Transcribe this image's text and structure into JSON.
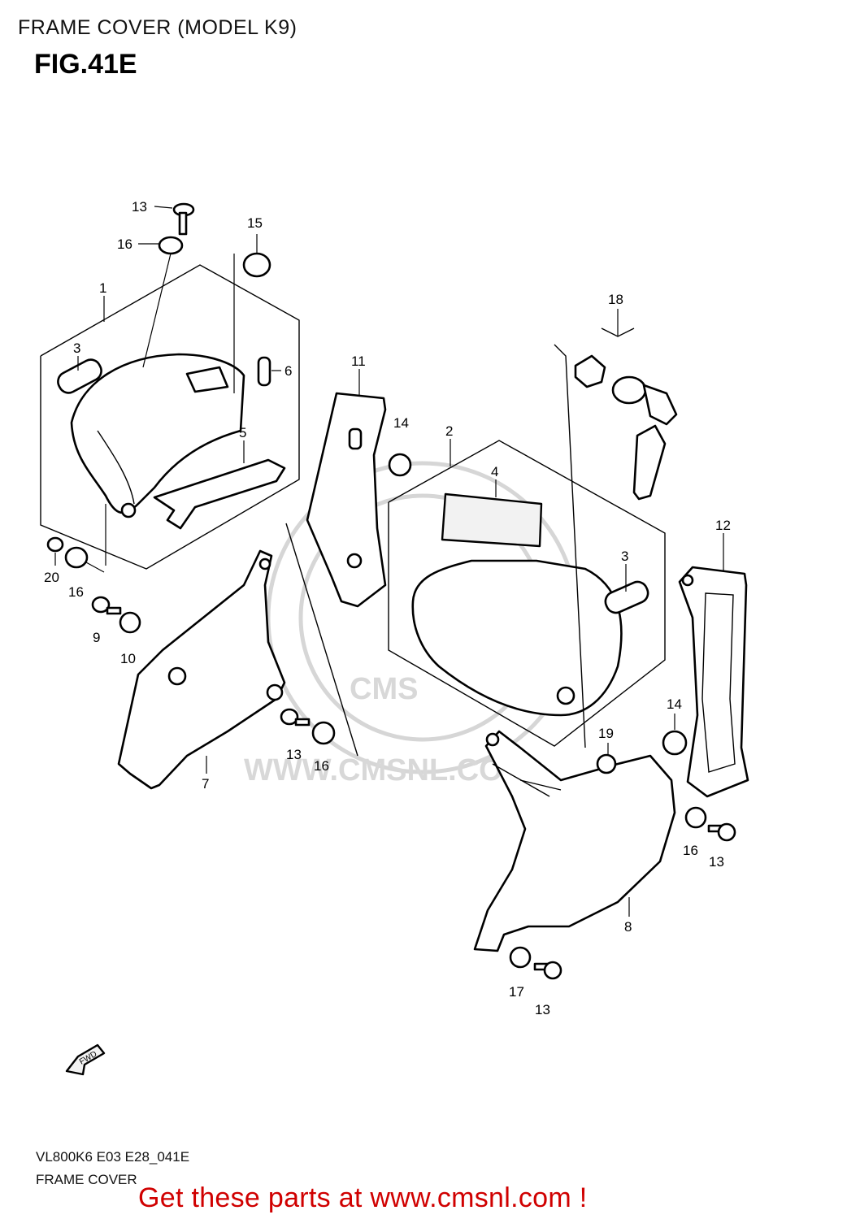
{
  "header": {
    "section_title": "FRAME COVER (MODEL K9)"
  },
  "figure": {
    "title": "FIG.41E"
  },
  "callouts": {
    "c1": "1",
    "c2": "2",
    "c3a": "3",
    "c3b": "3",
    "c4": "4",
    "c5": "5",
    "c6": "6",
    "c7": "7",
    "c8": "8",
    "c9": "9",
    "c10": "10",
    "c11": "11",
    "c12": "12",
    "c13a": "13",
    "c13b": "13",
    "c13c": "13",
    "c13d": "13",
    "c14a": "14",
    "c14b": "14",
    "c15": "15",
    "c16a": "16",
    "c16b": "16",
    "c16c": "16",
    "c16d": "16",
    "c17": "17",
    "c18": "18",
    "c19": "19",
    "c20": "20"
  },
  "fwd_arrow": {
    "label": "FWD",
    "icon": "forward-arrow-icon"
  },
  "watermark": {
    "text": "WWW.CMSNL.COM",
    "logo": "CMS"
  },
  "footer": {
    "code": "VL800K6 E03 E28_041E",
    "name": "FRAME COVER",
    "promo": "Get these parts at www.cmsnl.com !"
  },
  "colors": {
    "promo": "#d00000",
    "line": "#000000",
    "watermark": "#d6d6d6"
  }
}
